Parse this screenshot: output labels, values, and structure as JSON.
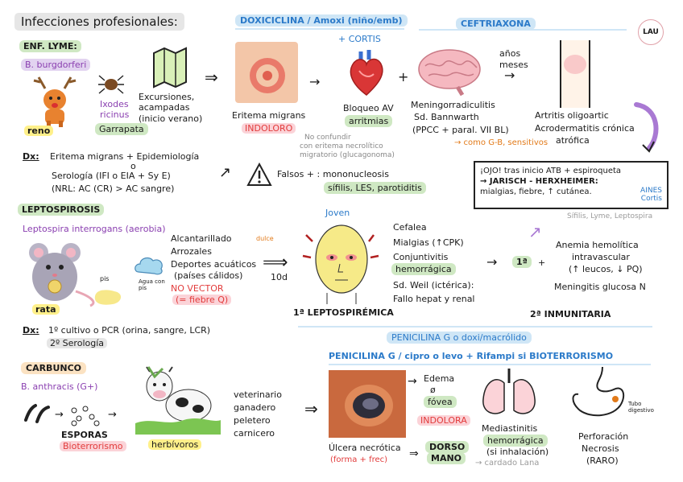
{
  "title": "Infecciones profesionales:",
  "logo": "LAU",
  "lyme": {
    "header": "ENF. LYME:",
    "organism": "B. burgdorferi",
    "animal_label": "reno",
    "vector_name_1": "Ixodes",
    "vector_name_2": "ricinus",
    "vector_label": "Garrapata",
    "exposure_1": "Excursiones,",
    "exposure_2": "acampadas",
    "exposure_3": "(inicio verano)",
    "lesion_1": "Eritema migrans",
    "lesion_2": "INDOLORO",
    "no_confundir_1": "No confundir",
    "no_confundir_2": "con eritema necrolítico",
    "no_confundir_3": "migratorio (glucagonoma)",
    "dx_label": "Dx:",
    "dx_1": "Eritema migrans + Epidemiología",
    "dx_o": "o",
    "dx_2": "Serología (IFI o EIA + Sy E)",
    "dx_3": "(NRL: AC (CR) > AC sangre)",
    "falsos_1": "Falsos + : mononucleosis",
    "falsos_2": "sífilis, LES, parotiditis",
    "doxy_header": "DOXICICLINA / Amoxi (niño/emb)",
    "corts_1": "+ CORTIS",
    "heart_1": "Bloqueo AV",
    "heart_2": "arritmias",
    "ceftri_header": "CEFTRIAXONA",
    "brain_1": "Meningorradiculitis",
    "brain_2": "Sd. Bannwarth",
    "brain_3": "(PPCC + paral. VII BL)",
    "brain_4": "→ como G-B, sensitivos",
    "years_1": "años",
    "years_2": "meses",
    "arthritis_1": "Artritis oligoartic",
    "arthritis_2": "Acrodermatitis crónica",
    "arthritis_3": "atrófica",
    "warning_1": "¡OJO! tras inicio ATB + espiroqueta",
    "warning_2": "→ JARISCH - HERXHEIMER:",
    "warning_3": "mialgias, fiebre, ↑ cutánea.",
    "warning_4": "AINES",
    "warning_5": "Cortis",
    "warning_6": "Sífilis, Lyme, Leptospira"
  },
  "lepto": {
    "header": "LEPTOSPIROSIS",
    "organism": "Leptospira interrogans (aerobia)",
    "animal_label": "rata",
    "pis": "pis",
    "agua": "Agua con pis",
    "exposure_1": "Alcantarillado",
    "exposure_2": "Arrozales",
    "exposure_3": "Deportes acuáticos",
    "exposure_4": "(países cálidos)",
    "dulce": "dulce",
    "no_vector_1": "NO VECTOR",
    "no_vector_2": "(= fiebre Q)",
    "days": "10d",
    "joven": "Joven",
    "sx_1": "Cefalea",
    "sx_2": "Mialgias (↑CPK)",
    "sx_3": "Conjuntivitis",
    "sx_4": "hemorrágica",
    "sx_5": "Sd. Weil (ictérica):",
    "sx_6": "Fallo hepat y renal",
    "phase_1": "1ª LEPTOSPIRÉMICA",
    "phase_n1": "1ª",
    "phase_plus": "+",
    "anemia_1": "Anemia hemolítica",
    "anemia_2": "intravascular",
    "anemia_3": "(↑ leucos, ↓ PQ)",
    "meningitis": "Meningitis glucosa N",
    "phase_2": "2ª INMUNITARIA",
    "dx_label": "Dx:",
    "dx_1": "1º cultivo o PCR (orina, sangre, LCR)",
    "dx_2": "2º Serología",
    "tx": "PENICILINA G o doxi/macrólido"
  },
  "carbunco": {
    "header": "CARBUNCO",
    "organism": "B. anthracis (G+)",
    "esporas_1": "ESPORAS",
    "esporas_2": "Bioterrorismo",
    "animal_label": "herbívoros",
    "jobs_1": "veterinario",
    "jobs_2": "ganadero",
    "jobs_3": "peletero",
    "jobs_4": "carnicero",
    "tx": "PENICILINA G / cipro o levo + Rifampi si BIOTERRORISMO",
    "skin_1": "Edema",
    "skin_2": "ø",
    "skin_3": "fóvea",
    "skin_4": "INDOLORA",
    "ulcer_1": "Úlcera necrótica",
    "ulcer_2": "(forma + frec)",
    "dorso_1": "DORSO",
    "dorso_2": "MANO",
    "lung_1": "Mediastinitis",
    "lung_2": "hemorrágica",
    "lung_3": "(si inhalación)",
    "lung_4": "→ cardado Lana",
    "gi_1": "Perforación",
    "gi_2": "Necrosis",
    "gi_3": "(RARO)",
    "gi_4": "Tubo digestivo"
  }
}
